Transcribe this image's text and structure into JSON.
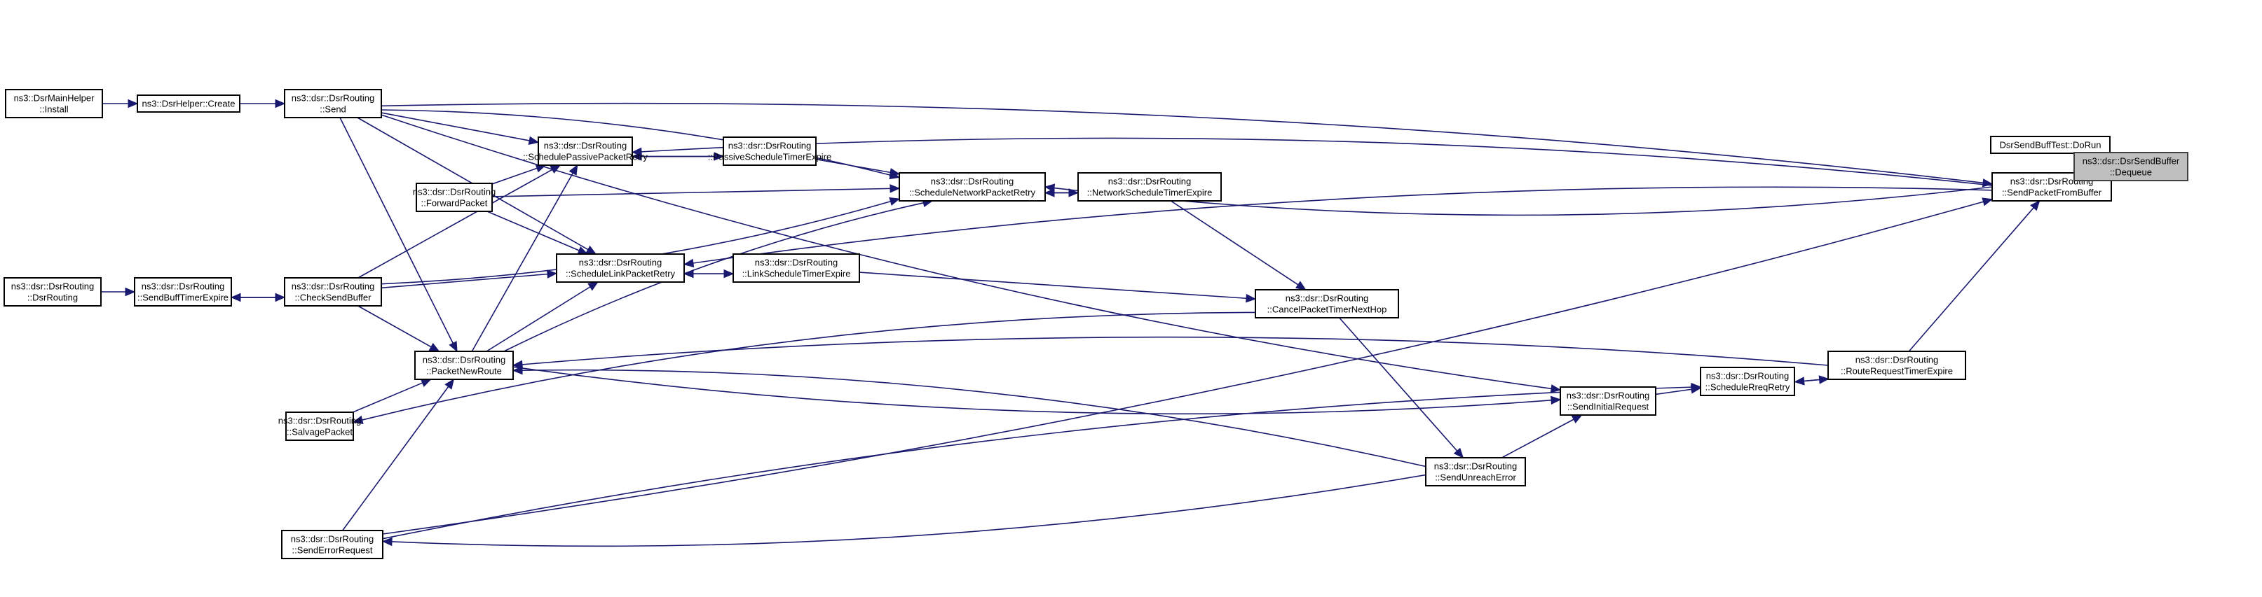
{
  "diagram": {
    "type": "doxygen-caller-graph",
    "focus_node": "dequeue",
    "colors": {
      "edge": "#191970",
      "node_border": "#000000",
      "focus_fill": "#bfbfbf",
      "node_fill": "#ffffff"
    },
    "nodes": [
      {
        "id": "mainhelper_install",
        "lines": [
          "ns3::DsrMainHelper",
          "::Install"
        ]
      },
      {
        "id": "helper_create",
        "lines": [
          "ns3::DsrHelper::Create"
        ]
      },
      {
        "id": "send",
        "lines": [
          "ns3::dsr::DsrRouting",
          "::Send"
        ]
      },
      {
        "id": "dsrrouting_ctor",
        "lines": [
          "ns3::dsr::DsrRouting",
          "::DsrRouting"
        ]
      },
      {
        "id": "sendbufftimerexpire",
        "lines": [
          "ns3::dsr::DsrRouting",
          "::SendBuffTimerExpire"
        ]
      },
      {
        "id": "checksendbuffer",
        "lines": [
          "ns3::dsr::DsrRouting",
          "::CheckSendBuffer"
        ]
      },
      {
        "id": "forwardpacket",
        "lines": [
          "ns3::dsr::DsrRouting",
          "::ForwardPacket"
        ]
      },
      {
        "id": "salvagepacket",
        "lines": [
          "ns3::dsr::DsrRouting",
          "::SalvagePacket"
        ]
      },
      {
        "id": "senderrorrequest",
        "lines": [
          "ns3::dsr::DsrRouting",
          "::SendErrorRequest"
        ]
      },
      {
        "id": "packetnewroute",
        "lines": [
          "ns3::dsr::DsrRouting",
          "::PacketNewRoute"
        ]
      },
      {
        "id": "schedulepassive",
        "lines": [
          "ns3::dsr::DsrRouting",
          "::SchedulePassivePacketRetry"
        ]
      },
      {
        "id": "passivetimer",
        "lines": [
          "ns3::dsr::DsrRouting",
          "::PassiveScheduleTimerExpire"
        ]
      },
      {
        "id": "schedulelink",
        "lines": [
          "ns3::dsr::DsrRouting",
          "::ScheduleLinkPacketRetry"
        ]
      },
      {
        "id": "linktimer",
        "lines": [
          "ns3::dsr::DsrRouting",
          "::LinkScheduleTimerExpire"
        ]
      },
      {
        "id": "schedulenetwork",
        "lines": [
          "ns3::dsr::DsrRouting",
          "::ScheduleNetworkPacketRetry"
        ]
      },
      {
        "id": "networktimer",
        "lines": [
          "ns3::dsr::DsrRouting",
          "::NetworkScheduleTimerExpire"
        ]
      },
      {
        "id": "canceltimer",
        "lines": [
          "ns3::dsr::DsrRouting",
          "::CancelPacketTimerNextHop"
        ]
      },
      {
        "id": "sendunreach",
        "lines": [
          "ns3::dsr::DsrRouting",
          "::SendUnreachError"
        ]
      },
      {
        "id": "sendinitial",
        "lines": [
          "ns3::dsr::DsrRouting",
          "::SendInitialRequest"
        ]
      },
      {
        "id": "schedulerreq",
        "lines": [
          "ns3::dsr::DsrRouting",
          "::ScheduleRreqRetry"
        ]
      },
      {
        "id": "routerequesttimer",
        "lines": [
          "ns3::dsr::DsrRouting",
          "::RouteRequestTimerExpire"
        ]
      },
      {
        "id": "sendpacketfrombuffer",
        "lines": [
          "ns3::dsr::DsrRouting",
          "::SendPacketFromBuffer"
        ]
      },
      {
        "id": "dorun",
        "lines": [
          "DsrSendBuffTest::DoRun"
        ]
      },
      {
        "id": "dequeue",
        "lines": [
          "ns3::dsr::DsrSendBuffer",
          "::Dequeue"
        ]
      }
    ],
    "edges": [
      {
        "from": "mainhelper_install",
        "to": "helper_create"
      },
      {
        "from": "helper_create",
        "to": "send"
      },
      {
        "from": "dsrrouting_ctor",
        "to": "sendbufftimerexpire"
      },
      {
        "from": "sendbufftimerexpire",
        "to": "checksendbuffer"
      },
      {
        "from": "checksendbuffer",
        "to": "sendbufftimerexpire"
      },
      {
        "from": "send",
        "to": "schedulepassive"
      },
      {
        "from": "send",
        "to": "schedulenetwork"
      },
      {
        "from": "send",
        "to": "schedulelink"
      },
      {
        "from": "send",
        "to": "packetnewroute"
      },
      {
        "from": "send",
        "to": "sendinitial"
      },
      {
        "from": "send",
        "to": "sendpacketfrombuffer"
      },
      {
        "from": "checksendbuffer",
        "to": "schedulepassive"
      },
      {
        "from": "checksendbuffer",
        "to": "schedulelink"
      },
      {
        "from": "checksendbuffer",
        "to": "schedulenetwork"
      },
      {
        "from": "checksendbuffer",
        "to": "packetnewroute"
      },
      {
        "from": "forwardpacket",
        "to": "schedulepassive"
      },
      {
        "from": "forwardpacket",
        "to": "schedulenetwork"
      },
      {
        "from": "forwardpacket",
        "to": "schedulelink"
      },
      {
        "from": "salvagepacket",
        "to": "packetnewroute"
      },
      {
        "from": "senderrorrequest",
        "to": "packetnewroute"
      },
      {
        "from": "senderrorrequest",
        "to": "schedulerreq"
      },
      {
        "from": "senderrorrequest",
        "to": "sendpacketfrombuffer"
      },
      {
        "from": "packetnewroute",
        "to": "schedulepassive"
      },
      {
        "from": "packetnewroute",
        "to": "schedulelink"
      },
      {
        "from": "packetnewroute",
        "to": "schedulenetwork"
      },
      {
        "from": "packetnewroute",
        "to": "sendinitial"
      },
      {
        "from": "schedulepassive",
        "to": "passivetimer"
      },
      {
        "from": "passivetimer",
        "to": "schedulepassive"
      },
      {
        "from": "passivetimer",
        "to": "schedulenetwork"
      },
      {
        "from": "schedulelink",
        "to": "linktimer"
      },
      {
        "from": "linktimer",
        "to": "schedulelink"
      },
      {
        "from": "linktimer",
        "to": "canceltimer"
      },
      {
        "from": "schedulenetwork",
        "to": "networktimer"
      },
      {
        "from": "networktimer",
        "to": "schedulenetwork"
      },
      {
        "from": "networktimer",
        "to": "canceltimer"
      },
      {
        "from": "canceltimer",
        "to": "salvagepacket"
      },
      {
        "from": "canceltimer",
        "to": "sendunreach"
      },
      {
        "from": "sendunreach",
        "to": "packetnewroute"
      },
      {
        "from": "sendunreach",
        "to": "senderrorrequest"
      },
      {
        "from": "sendunreach",
        "to": "sendinitial"
      },
      {
        "from": "sendinitial",
        "to": "schedulerreq"
      },
      {
        "from": "schedulerreq",
        "to": "routerequesttimer"
      },
      {
        "from": "routerequesttimer",
        "to": "schedulerreq"
      },
      {
        "from": "routerequesttimer",
        "to": "packetnewroute"
      },
      {
        "from": "routerequesttimer",
        "to": "sendpacketfrombuffer"
      },
      {
        "from": "sendpacketfrombuffer",
        "to": "schedulepassive"
      },
      {
        "from": "sendpacketfrombuffer",
        "to": "schedulenetwork"
      },
      {
        "from": "sendpacketfrombuffer",
        "to": "schedulelink"
      },
      {
        "from": "sendpacketfrombuffer",
        "to": "dequeue"
      },
      {
        "from": "dorun",
        "to": "dequeue"
      }
    ]
  }
}
